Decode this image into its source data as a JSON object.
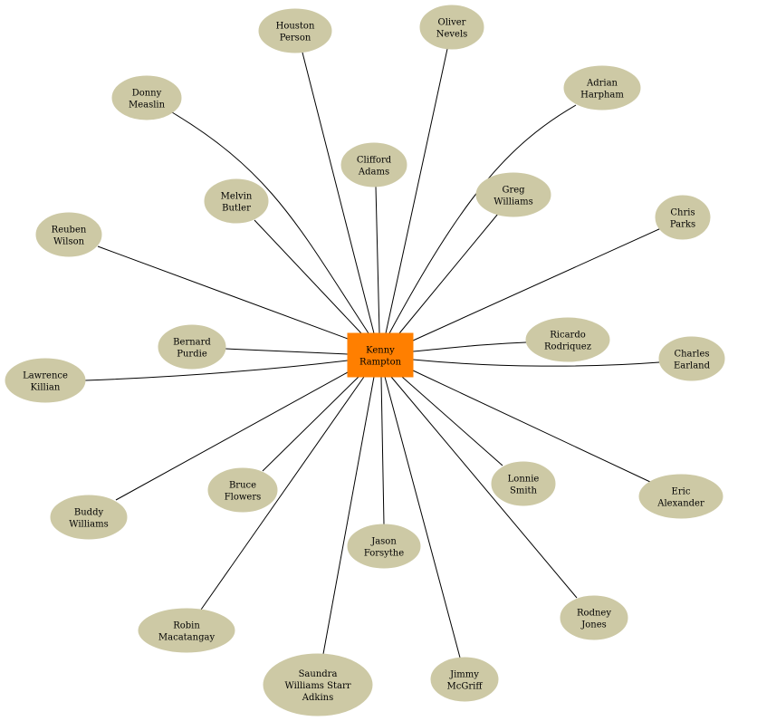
{
  "center": {
    "lines": [
      "Kenny",
      "Rampton"
    ],
    "color": "#ff7f00"
  },
  "node_color": "#cdc9a5",
  "nodes": [
    {
      "id": "houston-person",
      "lines": [
        "Houston",
        "Person"
      ]
    },
    {
      "id": "oliver-nevels",
      "lines": [
        "Oliver",
        "Nevels"
      ]
    },
    {
      "id": "adrian-harpham",
      "lines": [
        "Adrian",
        "Harpham"
      ]
    },
    {
      "id": "donny-measlin",
      "lines": [
        "Donny",
        "Measlin"
      ]
    },
    {
      "id": "clifford-adams",
      "lines": [
        "Clifford",
        "Adams"
      ]
    },
    {
      "id": "greg-williams",
      "lines": [
        "Greg",
        "Williams"
      ]
    },
    {
      "id": "chris-parks",
      "lines": [
        "Chris",
        "Parks"
      ]
    },
    {
      "id": "melvin-butler",
      "lines": [
        "Melvin",
        "Butler"
      ]
    },
    {
      "id": "reuben-wilson",
      "lines": [
        "Reuben",
        "Wilson"
      ]
    },
    {
      "id": "ricardo-rodriquez",
      "lines": [
        "Ricardo",
        "Rodriquez"
      ]
    },
    {
      "id": "bernard-purdie",
      "lines": [
        "Bernard",
        "Purdie"
      ]
    },
    {
      "id": "charles-earland",
      "lines": [
        "Charles",
        "Earland"
      ]
    },
    {
      "id": "lawrence-killian",
      "lines": [
        "Lawrence",
        "Killian"
      ]
    },
    {
      "id": "lonnie-smith",
      "lines": [
        "Lonnie",
        "Smith"
      ]
    },
    {
      "id": "eric-alexander",
      "lines": [
        "Eric",
        "Alexander"
      ]
    },
    {
      "id": "bruce-flowers",
      "lines": [
        "Bruce",
        "Flowers"
      ]
    },
    {
      "id": "buddy-williams",
      "lines": [
        "Buddy",
        "Williams"
      ]
    },
    {
      "id": "jason-forsythe",
      "lines": [
        "Jason",
        "Forsythe"
      ]
    },
    {
      "id": "rodney-jones",
      "lines": [
        "Rodney",
        "Jones"
      ]
    },
    {
      "id": "robin-macatangay",
      "lines": [
        "Robin",
        "Macatangay"
      ]
    },
    {
      "id": "saundra-williams-starr-adkins",
      "lines": [
        "Saundra",
        "Williams Starr",
        "Adkins"
      ]
    },
    {
      "id": "jimmy-mcgriff",
      "lines": [
        "Jimmy",
        "McGriff"
      ]
    }
  ]
}
